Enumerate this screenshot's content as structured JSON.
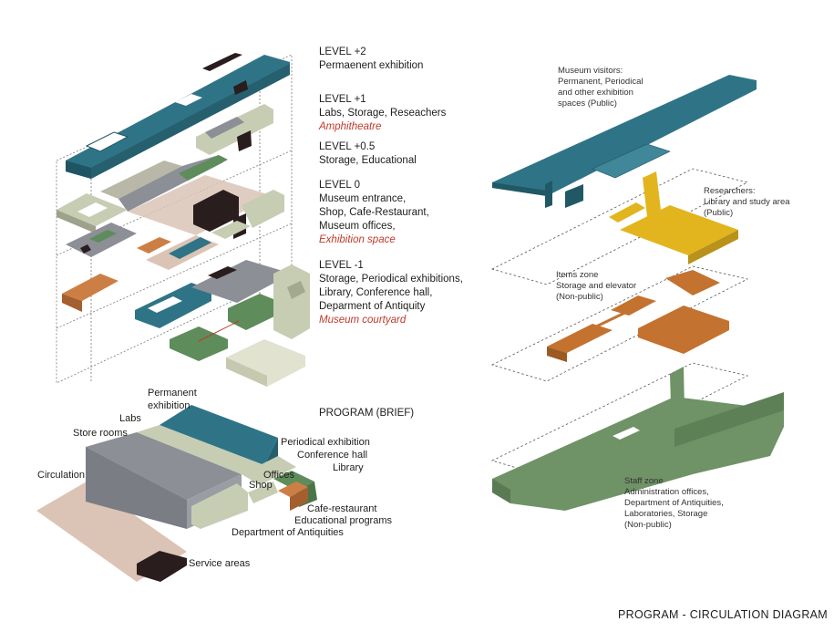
{
  "levels": [
    {
      "heading": "LEVEL +2",
      "desc": "Permaenent exhibition",
      "note": ""
    },
    {
      "heading": "LEVEL +1",
      "desc": "Labs, Storage, Reseachers",
      "note": "Amphitheatre"
    },
    {
      "heading": "LEVEL +0.5",
      "desc": "Storage, Educational",
      "note": ""
    },
    {
      "heading": "LEVEL 0",
      "desc": "Museum entrance,|Shop, Cafe-Restaurant,|Museum offices,",
      "note": "Exhibition space"
    },
    {
      "heading": "LEVEL -1",
      "desc": "Storage, Periodical exhibitions,|Library, Conference hall,|Deparment of Antiquity",
      "note": "Museum courtyard"
    }
  ],
  "program": {
    "heading": "PROGRAM (BRIEF)",
    "labels": {
      "permanent": "Permanent|exhibition",
      "labs": "Labs",
      "store": "Store rooms",
      "circulation": "Circulation",
      "periodical": "Periodical exhibition",
      "conference": "Conference hall",
      "library": "Library",
      "offices": "Offices",
      "shop": "Shop",
      "cafe": "Cafe-restaurant",
      "educational": "Educational programs",
      "antiquities": "Department of Antiquities",
      "service": "Service areas"
    }
  },
  "zones": {
    "visitors": "Museum visitors:|Permanent, Periodical|and other exhibition|spaces (Public)",
    "researchers": "Researchers:|Library and study area|(Public)",
    "items": "Items zone|Storage and elevator|(Non-public)",
    "staff": "Staff zone|Administration offices,|Department of Antiquities,|Laboratories, Storage|(Non-public)"
  },
  "footer": "PROGRAM - CIRCULATION DIAGRAM",
  "colors": {
    "teal": "#2f7486",
    "sage": "#c6cdb3",
    "grey": "#8c8f96",
    "green": "#5e8c5a",
    "orange": "#cc7f44",
    "pink": "#dbc4b6",
    "dark": "#2a1d1d",
    "yellow": "#e2b51f",
    "staffgreen": "#6f9266",
    "brown": "#c4722f",
    "red": "#c0392b"
  }
}
